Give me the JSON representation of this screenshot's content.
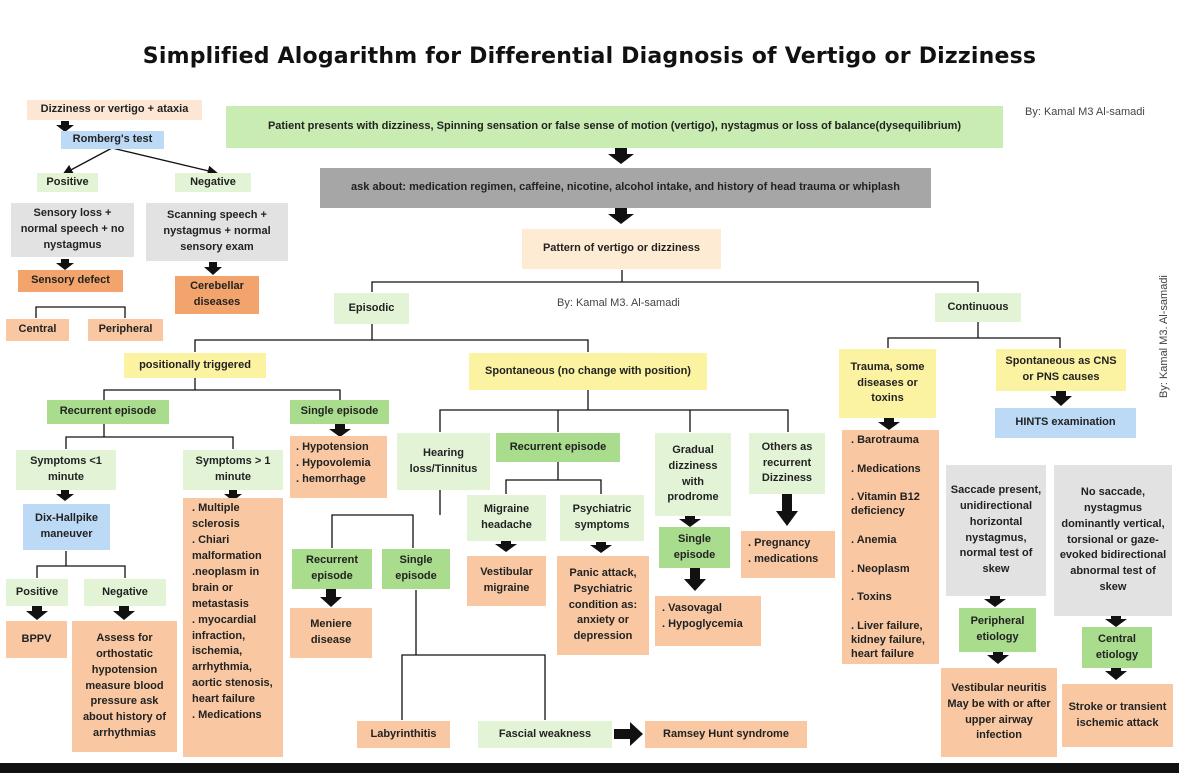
{
  "title": "Simplified Alogarithm for Differential Diagnosis of Vertigo or Dizziness",
  "bylines": {
    "top_right": "By: Kamal M3 Al-samadi",
    "center": "By: Kamal M3. Al-samadi",
    "vertical_right": "By: Kamal M3. Al-samadi"
  },
  "nodes": {
    "ataxia": "Dizziness or vertigo + ataxia",
    "romberg": "Romberg's test",
    "romberg_pos": "Positive",
    "romberg_neg": "Negative",
    "sensory_signs": "Sensory loss + normal speech + no nystagmus",
    "cerebellar_signs": "Scanning speech + nystagmus + normal sensory exam",
    "sensory_defect": "Sensory defect",
    "cerebellar_dx": "Cerebellar diseases",
    "central": "Central",
    "peripheral": "Peripheral",
    "presents": "Patient presents with dizziness, Spinning sensation or false sense of motion (vertigo), nystagmus or loss of balance(dysequilibrium)",
    "ask_about": "ask about: medication regimen, caffeine, nicotine, alcohol intake, and history of head trauma or whiplash",
    "pattern": "Pattern of vertigo or dizziness",
    "episodic": "Episodic",
    "continuous": "Continuous",
    "positional": "positionally triggered",
    "spontaneous": "Spontaneous (no change with position)",
    "recurrent_ep": "Recurrent episode",
    "single_ep": "Single episode",
    "hypo_list": ". Hypotension\n. Hypovolemia\n. hemorrhage",
    "sym_lt1": "Symptoms <1 minute",
    "sym_gt1": "Symptoms > 1 minute",
    "gt1_list": ". Multiple sclerosis\n. Chiari malformation\n.neoplasm in brain or metastasis\n. myocardial infraction, ischemia, arrhythmia, aortic stenosis, heart failure\n. Medications",
    "dix": "Dix-Hallpike maneuver",
    "dix_pos": "Positive",
    "dix_neg": "Negative",
    "bppv": "BPPV",
    "orthostatic": "Assess for orthostatic hypotension measure blood pressure ask about history of arrhythmias",
    "hearing": "Hearing loss/Tinnitus",
    "sp_recurrent": "Recurrent episode",
    "gradual": "Gradual dizziness with prodrome",
    "others": "Others as recurrent Dizziness",
    "hl_recurrent": "Recurrent episode",
    "hl_single": "Single episode",
    "meniere": "Meniere disease",
    "migraine": "Migraine headache",
    "psychiatric": "Psychiatric symptoms",
    "vest_migraine": "Vestibular migraine",
    "panic": "Panic attack, Psychiatric condition as: anxiety or depression",
    "gr_single": "Single episode",
    "vasovagal": ". Vasovagal\n. Hypoglycemia",
    "pregnancy": ". Pregnancy\n. medications",
    "labyrinthitis": "Labyrinthitis",
    "facial": "Fascial weakness",
    "ramsey": "Ramsey  Hunt syndrome",
    "trauma": "Trauma, some diseases or toxins",
    "trauma_list": ". Barotrauma\n\n. Medications\n\n. Vitamin B12 deficiency\n\n. Anemia\n\n. Neoplasm\n\n. Toxins\n\n. Liver failure, kidney failure, heart failure",
    "spont_cns": "Spontaneous as CNS or PNS causes",
    "hints": "HINTS examination",
    "saccade": "Saccade present, unidirectional horizontal nystagmus, normal test of skew",
    "no_saccade": "No saccade, nystagmus dominantly vertical, torsional or gaze-evoked bidirectional abnormal test of skew",
    "periph_etiology": "Peripheral etiology",
    "central_etiology": "Central etiology",
    "vest_neuritis": "Vestibular neuritis May be with or after upper airway infection",
    "stroke": "Stroke or transient ischemic attack"
  }
}
